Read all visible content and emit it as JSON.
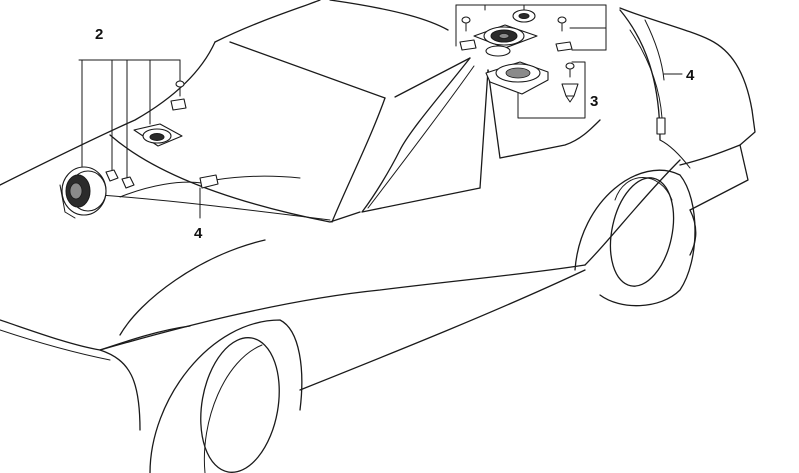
{
  "callouts": {
    "front_speaker_kit": "2",
    "rear_speaker_kit": "3",
    "cable_front": "4",
    "cable_rear": "4"
  },
  "colors": {
    "line": "#1a1a1a",
    "background": "#ffffff"
  }
}
